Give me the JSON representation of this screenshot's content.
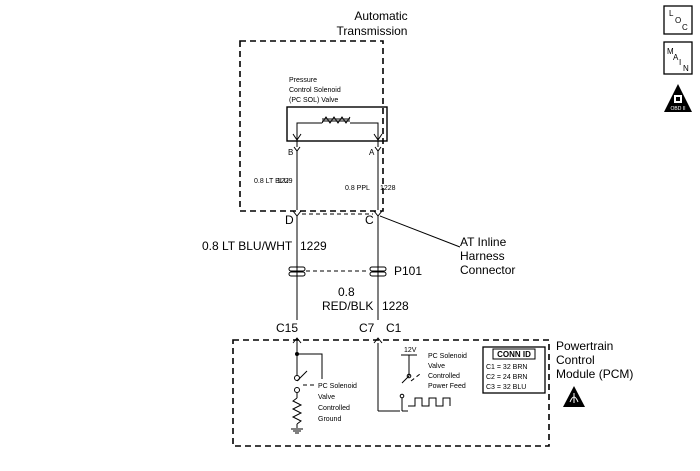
{
  "components": {
    "transmission_title_1": "Automatic",
    "transmission_title_2": "Transmission",
    "solenoid_1": "Pressure",
    "solenoid_2": "Control Solenoid",
    "solenoid_3": "(PC SOL) Valve",
    "pcm_1": "Powertrain",
    "pcm_2": "Control",
    "pcm_3": "Module (PCM)"
  },
  "pins": {
    "sol_b": "B",
    "sol_a": "A",
    "conn_d": "D",
    "conn_c": "C",
    "c15": "C15",
    "c7": "C7",
    "c1": "C1"
  },
  "wires": {
    "trans_left_gauge": "0.8 LT BLU",
    "trans_left_circuit": "1229",
    "trans_right_gauge": "0.8 PPL",
    "trans_right_circuit": "1228",
    "main_left_gauge": "0.8 LT BLU/WHT",
    "main_left_circuit": "1229",
    "main_right_gauge_1": "0.8",
    "main_right_gauge_2": "RED/BLK",
    "main_right_circuit": "1228"
  },
  "harness": {
    "label_1": "AT Inline",
    "label_2": "Harness",
    "label_3": "Connector",
    "id": "P101"
  },
  "pcm_internal": {
    "voltage": "12V",
    "feed_1": "PC Solenoid",
    "feed_2": "Valve",
    "feed_3": "Controlled",
    "feed_4": "Power Feed",
    "ground_1": "PC Solenoid",
    "ground_2": "Valve",
    "ground_3": "Controlled",
    "ground_4": "Ground"
  },
  "conn_table": {
    "header": "CONN ID",
    "rows": [
      "C1 = 32 BRN",
      "C2 = 24 BRN",
      "C3 = 32 BLU"
    ]
  },
  "nav": {
    "loc_letters": [
      "L",
      "O",
      "C"
    ],
    "main_letters": [
      "M",
      "A",
      "I",
      "N"
    ],
    "obd_label": "OBD II"
  }
}
